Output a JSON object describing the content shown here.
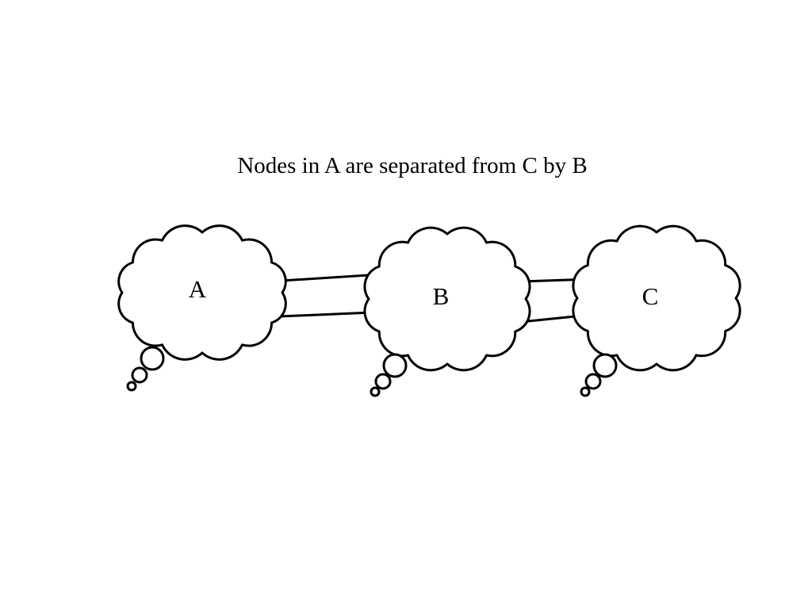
{
  "caption": "Nodes in A are separated from C by B",
  "clouds": [
    {
      "id": "a",
      "label": "A"
    },
    {
      "id": "b",
      "label": "B"
    },
    {
      "id": "c",
      "label": "C"
    }
  ],
  "colors": {
    "stroke": "#000000",
    "fill": "#ffffff",
    "background": "#ffffff"
  }
}
